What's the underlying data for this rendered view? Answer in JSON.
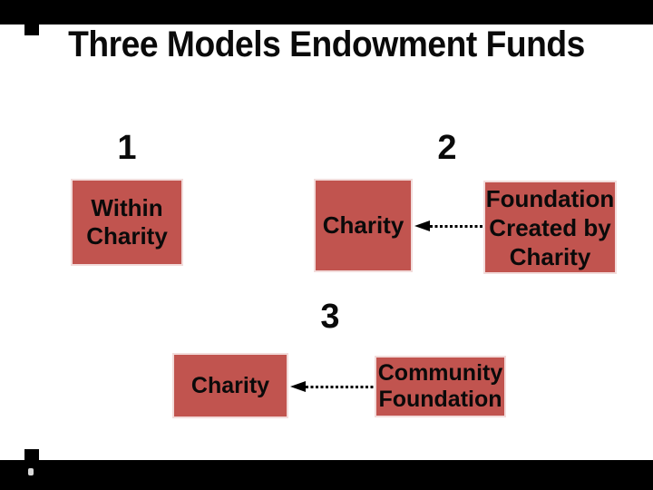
{
  "colors": {
    "background": "#ffffff",
    "letterbox_bar": "#000000",
    "box_fill": "#c1544f",
    "box_border": "#f2dcdb",
    "text": "#0a0a0a"
  },
  "title": "Three Models Endowment Funds",
  "models": {
    "one": {
      "label": "1",
      "box_lines": [
        "Within",
        "Charity"
      ]
    },
    "two": {
      "label": "2",
      "charity_box": "Charity",
      "foundation_box_lines": [
        "Foundation",
        "Created by",
        "Charity"
      ],
      "arrow": {
        "style": "dotted",
        "direction": "left",
        "from": "Foundation Created by Charity",
        "to": "Charity"
      }
    },
    "three": {
      "label": "3",
      "charity_box": "Charity",
      "foundation_box_lines": [
        "Community",
        "Foundation"
      ],
      "arrow": {
        "style": "dotted",
        "direction": "left",
        "from": "Community Foundation",
        "to": "Charity"
      }
    }
  }
}
